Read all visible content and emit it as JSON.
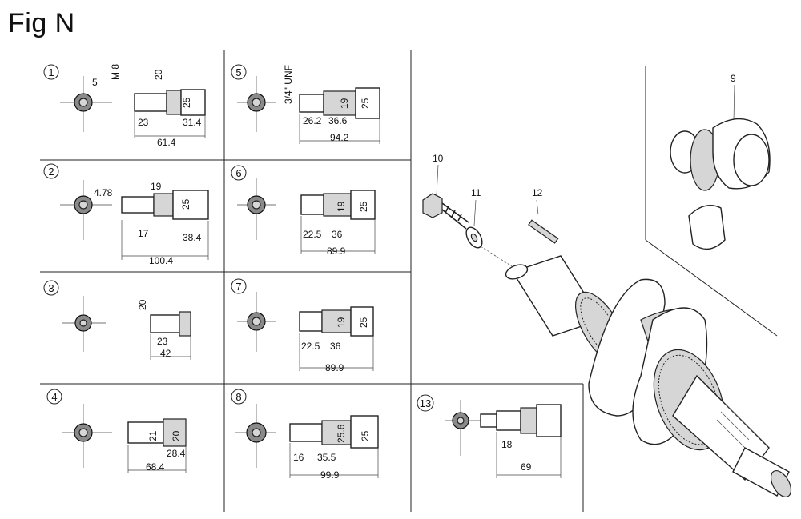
{
  "title": "Fig N",
  "panels": [
    {
      "id": "1",
      "dims": {
        "a": "5",
        "b": "M 8",
        "c": "20",
        "d": "25",
        "e": "23",
        "f": "31.4",
        "g": "61.4"
      }
    },
    {
      "id": "2",
      "dims": {
        "a": "4.78",
        "b": "19",
        "c": "25",
        "d": "17",
        "e": "38.4",
        "f": "100.4"
      }
    },
    {
      "id": "3",
      "dims": {
        "a": "20",
        "b": "23",
        "c": "42"
      }
    },
    {
      "id": "4",
      "dims": {
        "a": "21",
        "b": "20",
        "c": "28.4",
        "d": "68.4"
      }
    },
    {
      "id": "5",
      "dims": {
        "a": "3/4\" UNF",
        "b": "19",
        "c": "25",
        "d": "26.2",
        "e": "36.6",
        "f": "94.2"
      }
    },
    {
      "id": "6",
      "dims": {
        "a": "19",
        "b": "25",
        "c": "22.5",
        "d": "36",
        "e": "89.9"
      }
    },
    {
      "id": "7",
      "dims": {
        "a": "19",
        "b": "25",
        "c": "22.5",
        "d": "36",
        "e": "89.9"
      }
    },
    {
      "id": "8",
      "dims": {
        "a": "25.6",
        "b": "25",
        "c": "16",
        "d": "35.5",
        "e": "99.9"
      }
    },
    {
      "id": "13",
      "dims": {
        "a": "18",
        "b": "69"
      }
    }
  ],
  "callouts": [
    "9",
    "10",
    "11",
    "12"
  ]
}
